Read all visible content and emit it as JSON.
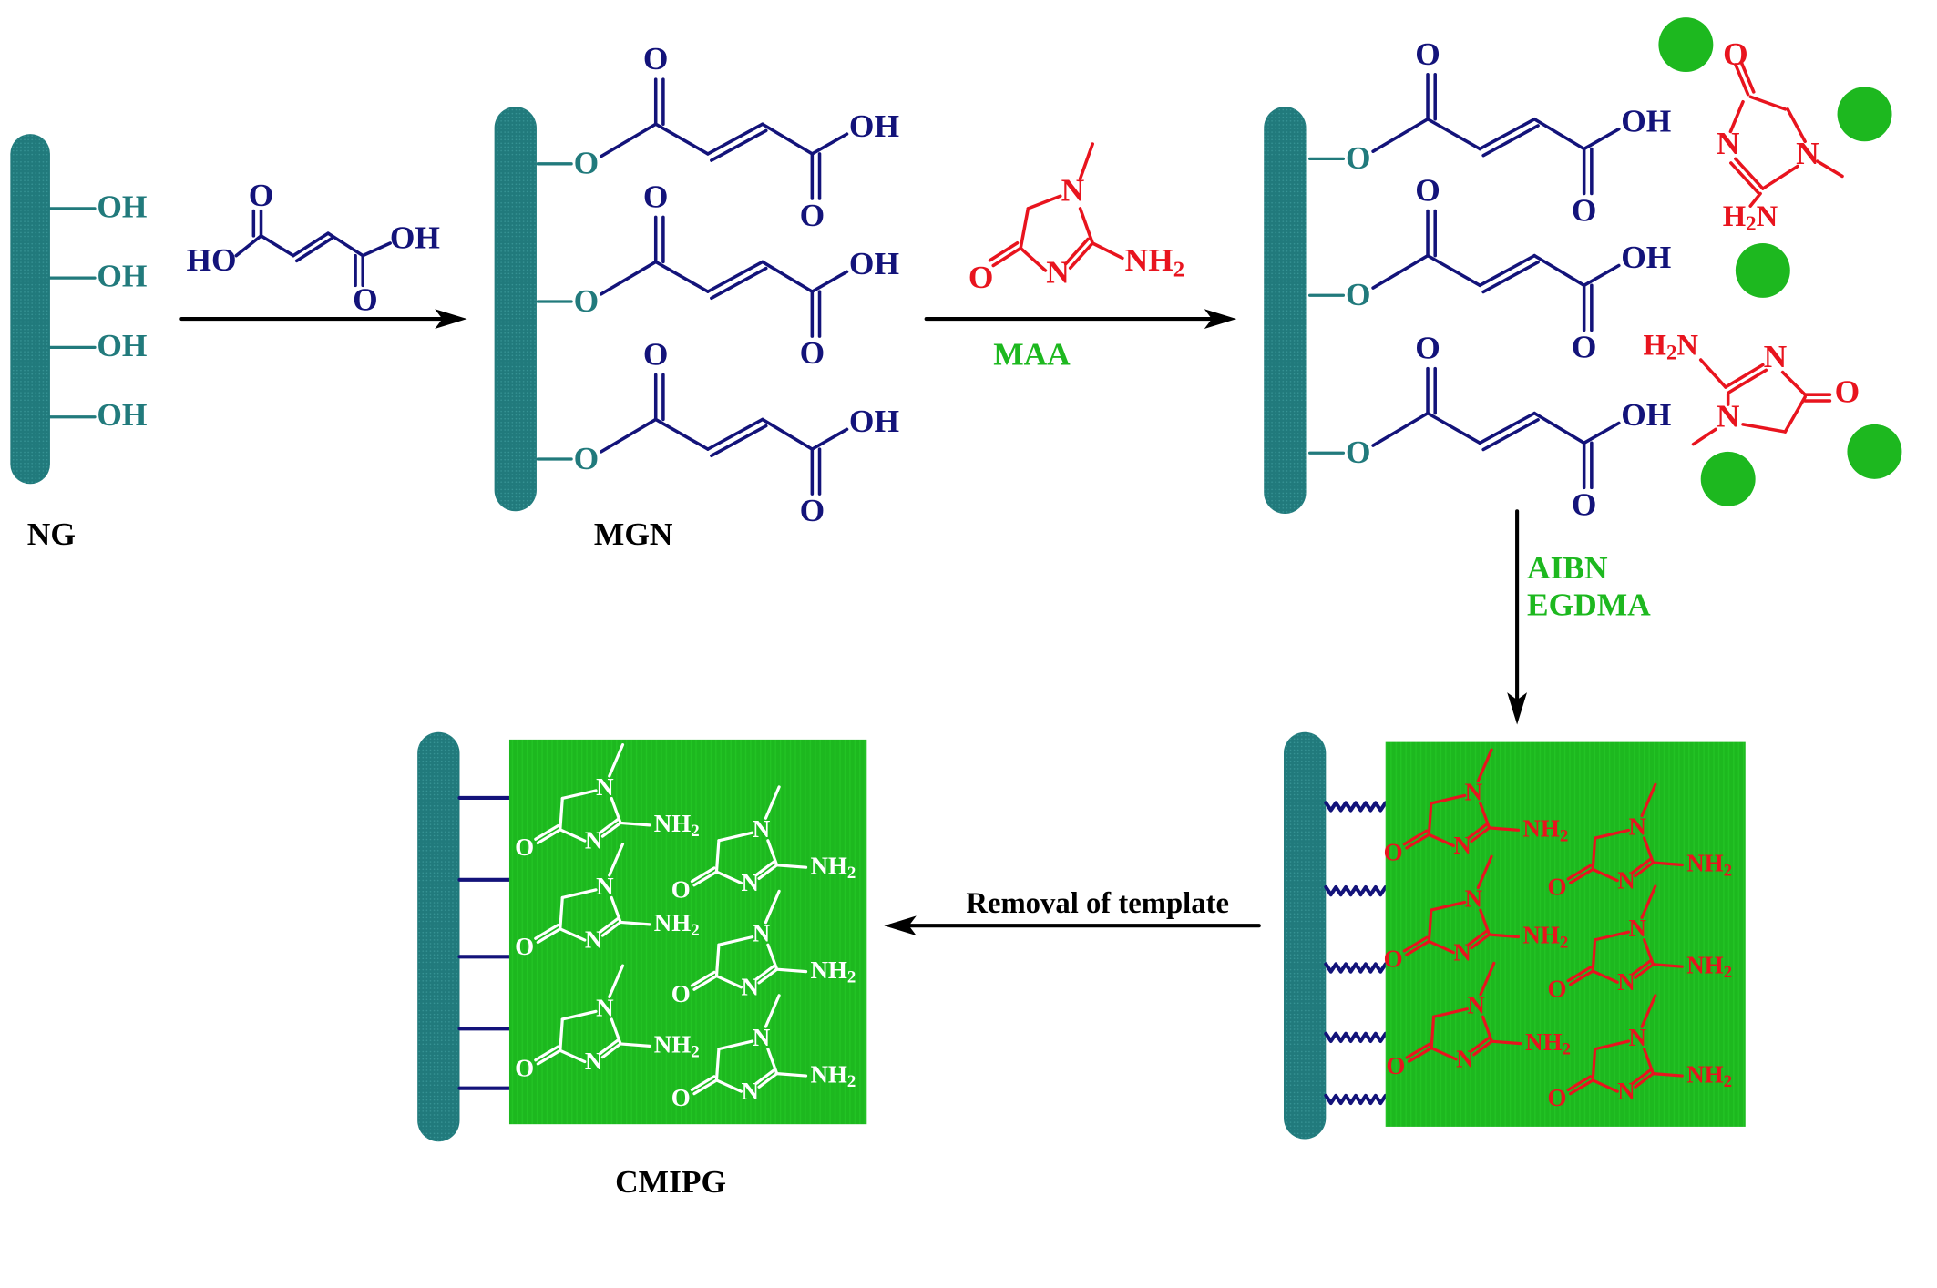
{
  "colors": {
    "teal": "#217a7c",
    "navy": "#13137a",
    "red": "#e8141e",
    "green": "#1db81f",
    "black": "#000000",
    "white": "#ffffff"
  },
  "labels": {
    "ng": "NG",
    "mgn": "MGN",
    "cmipg": "CMIPG",
    "maa": "MAA",
    "aibn": "AIBN",
    "egdma": "EGDMA",
    "removal": "Removal of template"
  },
  "atoms": {
    "oh": "OH",
    "ho": "HO",
    "o": "O",
    "n": "N",
    "nh2": "NH2",
    "h2n": "H2N"
  },
  "icons": [
    "graphene-sheet-icon",
    "template-molecule-icon",
    "polymer-block-icon",
    "arrow-icon"
  ]
}
